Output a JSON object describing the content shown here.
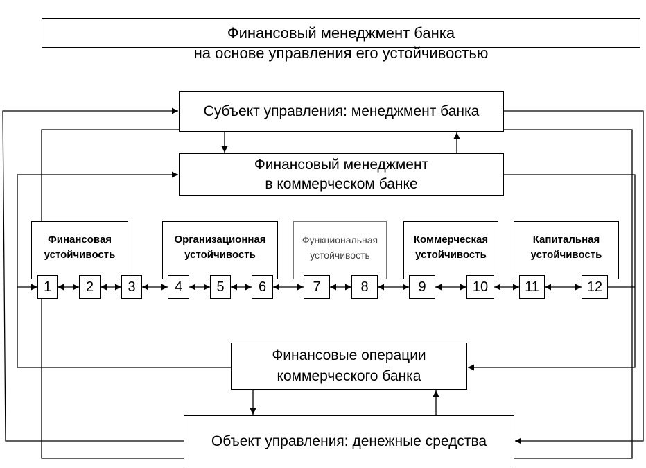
{
  "title": "Финансовый менеджмент  банка",
  "subtitle": "на основе управления его устойчивостью",
  "subject": "Субъект управления: менеджмент банка",
  "financial_management": [
    "Финансовый менеджмент",
    "в коммерческом банке"
  ],
  "stability_blocks": [
    {
      "line1": "Финансовая",
      "line2": "устойчивость",
      "style": "bold"
    },
    {
      "line1": "Организационная",
      "line2": "устойчивость",
      "style": "bold"
    },
    {
      "line1": "Функциональная",
      "line2": "устойчивость",
      "style": "normal"
    },
    {
      "line1": "Коммерческая",
      "line2": "устойчивость",
      "style": "bold"
    },
    {
      "line1": "Капитальная",
      "line2": "устойчивость",
      "style": "bold"
    }
  ],
  "numbers": [
    "1",
    "2",
    "3",
    "4",
    "5",
    "6",
    "7",
    "8",
    "9",
    "10",
    "11",
    "12"
  ],
  "operations": [
    "Финансовые операции",
    "коммерческого банка"
  ],
  "object": "Объект управления: денежные средства",
  "colors": {
    "line": "#000000",
    "background": "#ffffff",
    "functional_text": "#444444"
  }
}
